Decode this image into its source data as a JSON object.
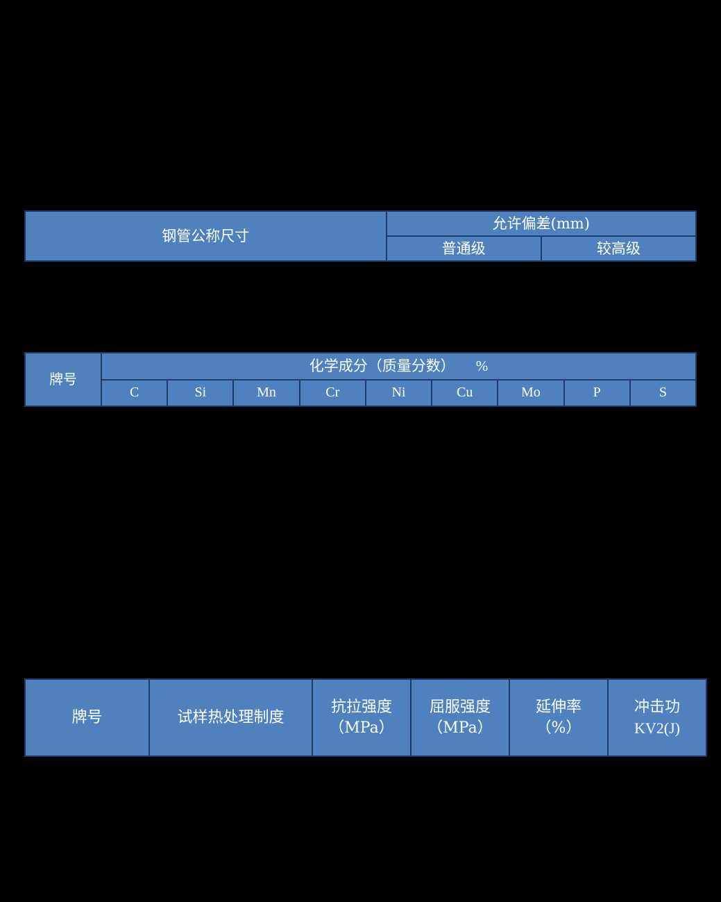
{
  "page": {
    "background_color": "#000000",
    "table_fill_color": "#4E81BD",
    "table_border_color": "#1F3864",
    "table_text_color": "#FFFFFF"
  },
  "tables": {
    "dimension_tolerance": {
      "nominal_size_label": "钢管公称尺寸",
      "deviation_label": "允许偏差(mm)",
      "grades": [
        {
          "label": "普通级"
        },
        {
          "label": "较高级"
        }
      ]
    },
    "chemical_composition": {
      "grade_label": "牌号",
      "composition_label": "化学成分（质量分数）",
      "composition_unit": "%",
      "elements": [
        {
          "symbol": "C"
        },
        {
          "symbol": "Si"
        },
        {
          "symbol": "Mn"
        },
        {
          "symbol": "Cr"
        },
        {
          "symbol": "Ni"
        },
        {
          "symbol": "Cu"
        },
        {
          "symbol": "Mo"
        },
        {
          "symbol": "P"
        },
        {
          "symbol": "S"
        }
      ]
    },
    "mechanical_properties": {
      "columns": [
        {
          "line1": "牌号",
          "line2": ""
        },
        {
          "line1": "试样热处理制度",
          "line2": ""
        },
        {
          "line1": "抗拉强度",
          "line2": "（MPa）"
        },
        {
          "line1": "屈服强度",
          "line2": "（MPa）"
        },
        {
          "line1": "延伸率",
          "line2": "（%）"
        },
        {
          "line1": "冲击功",
          "line2": "KV2(J)"
        }
      ]
    }
  }
}
